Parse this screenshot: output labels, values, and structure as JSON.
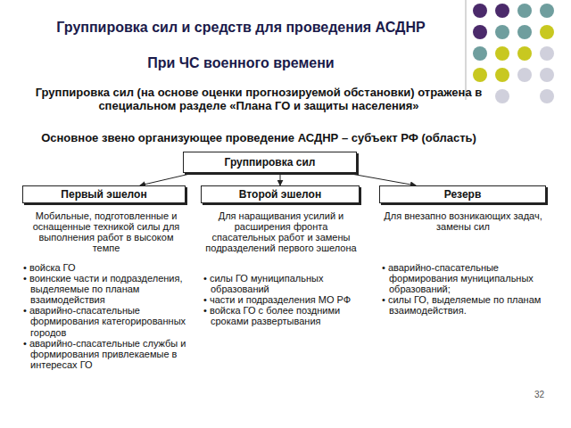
{
  "diagram": {
    "title": "Группировка сил и средств для проведения АСДНР",
    "nodes": [
      {
        "text": [
          "Группировка сил"
        ]
      },
      {
        "text": [
          "Первый эшелон"
        ]
      },
      {
        "text": [
          "Второй эшелон"
        ]
      },
      {
        "text": [
          "Резерв"
        ]
      }
    ],
    "edges": [
      {
        "from": 0,
        "to": 1,
        "arrow": "to"
      },
      {
        "from": 0,
        "to": 2,
        "arrow": "to"
      },
      {
        "from": 0,
        "to": 3,
        "arrow": "to"
      }
    ],
    "labels": [
      "При ЧС военного времени",
      "Группировка сил (на основе оценки прогнозируемой обстановки) отражена в специальном разделе «Плана ГО и защиты населения»",
      "Основное звено организующее проведение АСДНР – субъект РФ (область)",
      "Мобильные, подготовленные и оснащенные техникой силы для выполнения работ в высоком темпе",
      "• войска ГО",
      "• воинские части и подразделения, выделяемые по планам взаимодействия",
      "• аварийно-спасательные формирования категорированных городов",
      "• аварийно-спасательные службы и формирования привлекаемые в интересах ГО",
      "Для наращивания усилий и расширения фронта спасательных работ и замены подразделений первого эшелона",
      "• силы ГО муниципальных образований",
      "• части и подразделения МО РФ",
      "• войска ГО с более поздними сроками развертывания",
      "Для внезапно возникающих задач, замены сил",
      "• аварийно-спасательные формирования муниципальных образований;",
      "• силы ГО, выделяемые по планам взаимодействия.",
      "32"
    ]
  }
}
